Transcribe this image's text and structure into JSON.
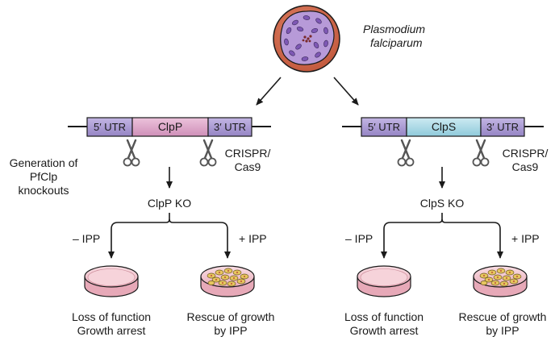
{
  "organism": {
    "line1": "Plasmodium",
    "line2": "falciparum"
  },
  "side_label": {
    "line1": "Generation of",
    "line2": "PfClp",
    "line3": "knockouts"
  },
  "panels": [
    {
      "gene": "ClpP",
      "utr5": "5′ UTR",
      "utr3": "3′ UTR",
      "crispr": {
        "line1": "CRISPR/",
        "line2": "Cas9"
      },
      "ko": "ClpP KO",
      "minus": "– IPP",
      "plus": "+ IPP",
      "left_outcome": {
        "line1": "Loss of function",
        "line2": "Growth arrest"
      },
      "right_outcome": {
        "line1": "Rescue of growth",
        "line2": "by IPP"
      }
    },
    {
      "gene": "ClpS",
      "utr5": "5′ UTR",
      "utr3": "3′ UTR",
      "crispr": {
        "line1": "CRISPR/",
        "line2": "Cas9"
      },
      "ko": "ClpS KO",
      "minus": "– IPP",
      "plus": "+ IPP",
      "left_outcome": {
        "line1": "Loss of function",
        "line2": "Growth arrest"
      },
      "right_outcome": {
        "line1": "Rescue of growth",
        "line2": "by IPP"
      }
    }
  ],
  "colors": {
    "utr": "#a99ad0",
    "clpp": "#d8a2c6",
    "clps": "#a8d8e6",
    "cell": "#cf6b4e",
    "parasite": "#b08ad6",
    "dish": "#f3c6d0",
    "colony": "#e0c35a"
  }
}
